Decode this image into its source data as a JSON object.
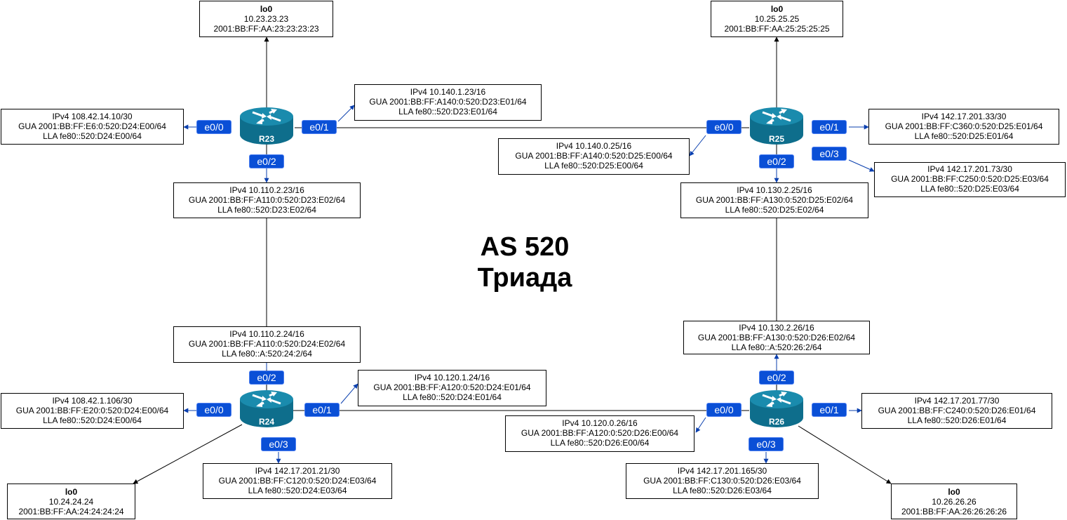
{
  "diagram": {
    "title": "AS 520",
    "subtitle": "Триада",
    "colors": {
      "router_body": "#0e6e8c",
      "router_top": "#1a8bad",
      "interface_tag": "#0a4fd6",
      "link": "#000000",
      "pointer": "#0a3fae"
    },
    "routers": [
      {
        "name": "R23",
        "icon": "router-icon"
      },
      {
        "name": "R25",
        "icon": "router-icon"
      },
      {
        "name": "R24",
        "icon": "router-icon"
      },
      {
        "name": "R26",
        "icon": "router-icon"
      }
    ],
    "interfaces": {
      "r23_e0_0": "e0/0",
      "r23_e0_1": "e0/1",
      "r23_e0_2": "e0/2",
      "r25_e0_0": "e0/0",
      "r25_e0_1": "e0/1",
      "r25_e0_2": "e0/2",
      "r25_e0_3": "e0/3",
      "r24_e0_0": "e0/0",
      "r24_e0_1": "e0/1",
      "r24_e0_2": "e0/2",
      "r24_e0_3": "e0/3",
      "r26_e0_0": "e0/0",
      "r26_e0_1": "e0/1",
      "r26_e0_2": "e0/2",
      "r26_e0_3": "e0/3"
    },
    "loopbacks": {
      "r23": {
        "title": "lo0",
        "ipv4": "10.23.23.23",
        "ipv6": "2001:BB:FF:AA:23:23:23:23"
      },
      "r25": {
        "title": "lo0",
        "ipv4": "10.25.25.25",
        "ipv6": "2001:BB:FF:AA:25:25:25:25"
      },
      "r24": {
        "title": "lo0",
        "ipv4": "10.24.24.24",
        "ipv6": "2001:BB:FF:AA:24:24:24:24"
      },
      "r26": {
        "title": "lo0",
        "ipv4": "10.26.26.26",
        "ipv6": "2001:BB:FF:AA:26:26:26:26"
      }
    },
    "addresses": {
      "r23_e0_0": [
        "IPv4 108.42.14.10/30",
        "GUA 2001:BB:FF:E6:0:520:D24:E00/64",
        "LLA fe80::520:D24:E00/64"
      ],
      "r23_e0_1": [
        "IPv4 10.140.1.23/16",
        "GUA 2001:BB:FF:A140:0:520:D23:E01/64",
        "LLA fe80::520:D23:E01/64"
      ],
      "r23_e0_2": [
        "IPv4 10.110.2.23/16",
        "GUA 2001:BB:FF:A110:0:520:D23:E02/64",
        "LLA fe80::520:D23:E02/64"
      ],
      "r25_e0_0": [
        "IPv4 10.140.0.25/16",
        "GUA 2001:BB:FF:A140:0:520:D25:E00/64",
        "LLA fe80::520:D25:E00/64"
      ],
      "r25_e0_1": [
        "IPv4 142.17.201.33/30",
        "GUA 2001:BB:FF:C360:0:520:D25:E01/64",
        "LLA fe80::520:D25:E01/64"
      ],
      "r25_e0_2": [
        "IPv4 10.130.2.25/16",
        "GUA 2001:BB:FF:A130:0:520:D25:E02/64",
        "LLA fe80::520:D25:E02/64"
      ],
      "r25_e0_3": [
        "IPv4 142.17.201.73/30",
        "GUA 2001:BB:FF:C250:0:520:D25:E03/64",
        "LLA fe80::520:D25:E03/64"
      ],
      "r24_e0_2": [
        "IPv4 10.110.2.24/16",
        "GUA 2001:BB:FF:A110:0:520:D24:E02/64",
        "LLA fe80::A:520:24:2/64"
      ],
      "r24_e0_1": [
        "IPv4 10.120.1.24/16",
        "GUA 2001:BB:FF:A120:0:520:D24:E01/64",
        "LLA fe80::520:D24:E01/64"
      ],
      "r24_e0_0": [
        "IPv4 108.42.1.106/30",
        "GUA 2001:BB:FF:E20:0:520:D24:E00/64",
        "LLA fe80::520:D24:E00/64"
      ],
      "r24_e0_3": [
        "IPv4 142.17.201.21/30",
        "GUA 2001:BB:FF:C120:0:520:D24:E03/64",
        "LLA fe80::520:D24:E03/64"
      ],
      "r26_e0_2": [
        "IPv4 10.130.2.26/16",
        "GUA 2001:BB:FF:A130:0:520:D26:E02/64",
        "LLA fe80::A:520:26:2/64"
      ],
      "r26_e0_0": [
        "IPv4 10.120.0.26/16",
        "GUA 2001:BB:FF:A120:0:520:D26:E00/64",
        "LLA fe80::520:D26:E00/64"
      ],
      "r26_e0_1": [
        "IPv4 142.17.201.77/30",
        "GUA 2001:BB:FF:C240:0:520:D26:E01/64",
        "LLA fe80::520:D26:E01/64"
      ],
      "r26_e0_3": [
        "IPv4 142.17.201.165/30",
        "GUA 2001:BB:FF:C130:0:520:D26:E03/64",
        "LLA fe80::520:D26:E03/64"
      ]
    }
  }
}
